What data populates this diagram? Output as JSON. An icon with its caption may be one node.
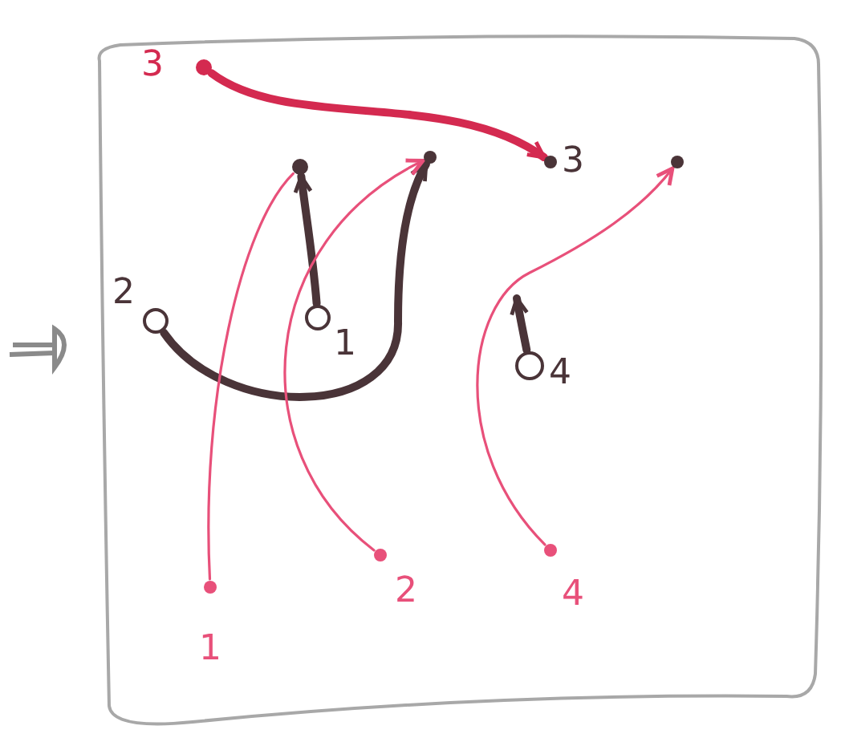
{
  "diagram": {
    "nodes": [
      {
        "text": [],
        "shape": "circle",
        "beside": [
          "3"
        ]
      },
      {
        "text": [],
        "shape": "circle"
      },
      {
        "text": [],
        "shape": "circle"
      },
      {
        "text": [],
        "shape": "circle",
        "beside": [
          "3"
        ]
      },
      {
        "text": [],
        "shape": "circle"
      },
      {
        "text": [],
        "shape": "circle",
        "beside": [
          "2"
        ]
      },
      {
        "text": [],
        "shape": "circle",
        "beside": [
          "1"
        ]
      },
      {
        "text": [],
        "shape": "circle",
        "beside": [
          "4"
        ]
      },
      {
        "text": [],
        "shape": "circle",
        "beside": [
          "2"
        ]
      },
      {
        "text": [],
        "shape": "circle",
        "beside": [
          "4"
        ]
      },
      {
        "text": [],
        "shape": "circle",
        "beside": [
          "1"
        ]
      }
    ],
    "edges": [
      {
        "from": 0,
        "to": 3,
        "arrow": "to",
        "color": "#d42a50"
      },
      {
        "from": 6,
        "to": 1,
        "arrow": "to",
        "color": "#4a3438"
      },
      {
        "from": 5,
        "to": 2,
        "arrow": "to",
        "color": "#4a3438"
      },
      {
        "from": 7,
        "to": null,
        "arrow": "to",
        "color": "#4a3438"
      },
      {
        "from": 10,
        "to": 1,
        "arrow": "none",
        "color": "#e8507a"
      },
      {
        "from": 8,
        "to": 2,
        "arrow": "to",
        "color": "#e8507a"
      },
      {
        "from": 9,
        "to": 4,
        "arrow": "to",
        "color": "#e8507a"
      }
    ]
  }
}
